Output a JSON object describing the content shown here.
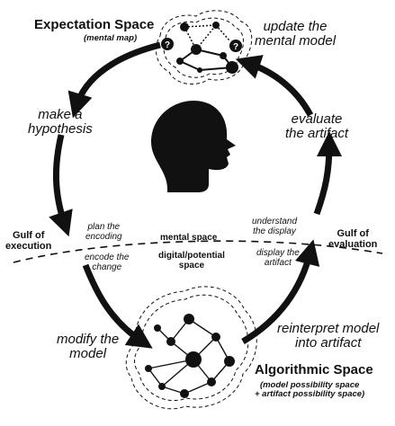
{
  "expectation_space": {
    "title": "Expectation Space",
    "subtitle": "(mental map)"
  },
  "algorithmic_space": {
    "title": "Algorithmic Space",
    "subtitle_line1": "(model possibility space",
    "subtitle_line2": "+ artifact possibility space)"
  },
  "steps": {
    "update_model": [
      "update the",
      "mental model"
    ],
    "make_hypothesis": [
      "make a",
      "hypothesis"
    ],
    "evaluate_artifact": [
      "evaluate",
      "the artifact"
    ],
    "modify_model": [
      "modify the",
      "model"
    ],
    "reinterpret": [
      "reinterpret model",
      "into artifact"
    ]
  },
  "gulfs": {
    "execution": [
      "Gulf of",
      "execution"
    ],
    "evaluation": [
      "Gulf of",
      "evaluation"
    ]
  },
  "substeps": {
    "plan_encoding": [
      "plan the",
      "encoding"
    ],
    "encode_change": [
      "encode the",
      "change"
    ],
    "understand_display": [
      "understand",
      "the display"
    ],
    "display_artifact": [
      "display the",
      "artifact"
    ]
  },
  "spaces": {
    "mental": "mental space",
    "digital": [
      "digital/potential",
      "space"
    ]
  },
  "unknown_marker": "?",
  "colors": {
    "ink": "#111111",
    "background": "#ffffff",
    "node": "#111111"
  },
  "icons": [
    "head-silhouette-icon",
    "network-graph-icon"
  ]
}
